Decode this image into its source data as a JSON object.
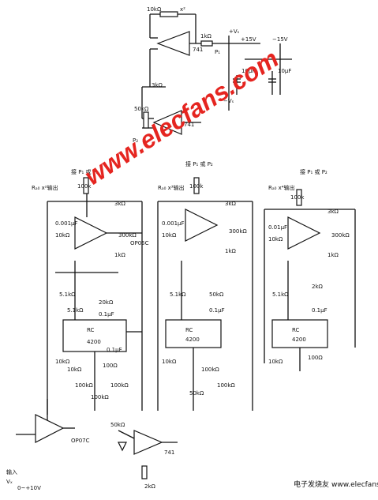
{
  "watermark": {
    "text": "www.elecfans.com",
    "color": "#e52520"
  },
  "footer": {
    "brand": "电子发烧友",
    "url": "www.elecfans.com"
  },
  "modules": [
    {
      "id": "m0",
      "output_label": "Rₐ₀ x²输出",
      "target_label": "接 P₁ 或 P₂",
      "resistor": "100k",
      "opamp": "OP05C",
      "chip": "4200",
      "rc_label": "RC",
      "labels": [
        "10kΩ",
        "0.001μF",
        "3kΩ",
        "1kΩ",
        "300kΩ",
        "20kΩ",
        "5.1kΩ",
        "0.1μF",
        "5.1kΩ",
        "0.1μF",
        "10kΩ",
        "10kΩ",
        "100Ω",
        "100kΩ",
        "100kΩ",
        "100kΩ"
      ]
    },
    {
      "id": "m1",
      "output_label": "Rₐ₀ x³输出",
      "target_label": "接 P₁ 或 P₂",
      "resistor": "100k",
      "opamp": "",
      "chip": "4200",
      "rc_label": "RC",
      "labels": [
        "10kΩ",
        "0.001μF",
        "3kΩ",
        "1kΩ",
        "300kΩ",
        "50kΩ",
        "5.1kΩ",
        "0.1μF",
        "10kΩ",
        "100kΩ",
        "100kΩ",
        "50kΩ"
      ]
    },
    {
      "id": "m2",
      "output_label": "Rₐ₀ x⁴输出",
      "target_label": "接 P₁ 或 P₂",
      "resistor": "100k",
      "opamp": "",
      "chip": "4200",
      "rc_label": "RC",
      "labels": [
        "10kΩ",
        "0.01μF",
        "3kΩ",
        "1kΩ",
        "300kΩ",
        "2kΩ",
        "5.1kΩ",
        "0.1μF",
        "100Ω",
        "10kΩ"
      ]
    }
  ],
  "input": {
    "label": "输入",
    "symbol": "Vₓ",
    "range": "0~+10V",
    "opamp": "OP07C"
  },
  "lower_amp": {
    "opamp": "741",
    "pot": "50kΩ",
    "resistor": "2kΩ"
  },
  "top_amp": {
    "opamp": "741",
    "resistors": [
      "10kΩ",
      "1kΩ",
      "3kΩ"
    ],
    "out_label": "P₁",
    "sum_label": "x²"
  },
  "mid_amp": {
    "opamp": "741",
    "resistor": "50kΩ",
    "in_label": "P₂"
  },
  "supply": {
    "labels": [
      "+Vₛ",
      "−Vₛ",
      "+15V",
      "−15V"
    ],
    "caps": [
      "10μF",
      "10μF"
    ]
  }
}
